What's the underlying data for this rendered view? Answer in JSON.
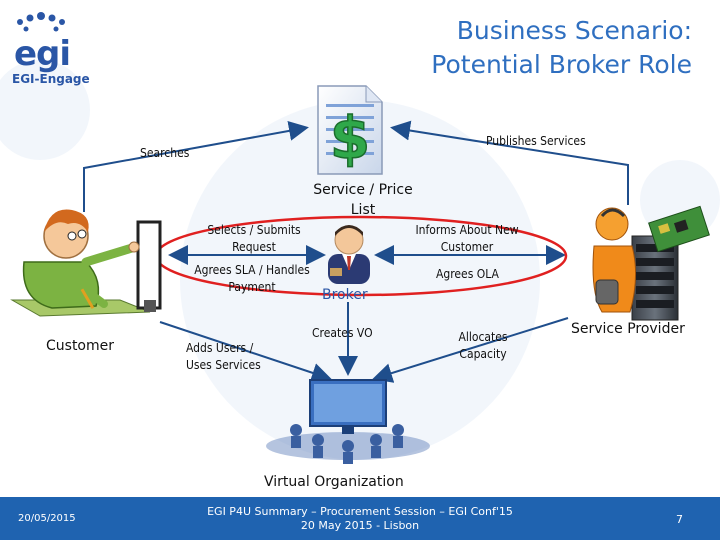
{
  "title": {
    "line1": "Business Scenario:",
    "line2": "Potential Broker Role"
  },
  "logo": {
    "name": "egi",
    "subtitle": "EGI-Engage"
  },
  "labels": {
    "searches": "Searches",
    "publishes_services": "Publishes Services",
    "service_price_list_1": "Service / Price",
    "service_price_list_2": "List",
    "selects_submits_1": "Selects / Submits",
    "selects_submits_2": "Request",
    "agrees_sla_1": "Agrees SLA / Handles",
    "agrees_sla_2": "Payment",
    "informs_1": "Informs About New",
    "informs_2": "Customer",
    "agrees_ola": "Agrees OLA",
    "broker": "Broker",
    "customer": "Customer",
    "service_provider": "Service Provider",
    "creates_vo": "Creates VO",
    "adds_users_1": "Adds Users /",
    "adds_users_2": "Uses Services",
    "allocates_1": "Allocates",
    "allocates_2": "Capacity",
    "virtual_organization": "Virtual Organization"
  },
  "footer": {
    "date": "20/05/2015",
    "line1": "EGI P4U Summary – Procurement Session – EGI Conf'15",
    "line2": "20 May 2015 - Lisbon",
    "page": "7"
  },
  "colors": {
    "title": "#2f6fc0",
    "footer_bg": "#1f63b0",
    "ellipse": "#e02020",
    "arrow": "#1f4e8c"
  }
}
